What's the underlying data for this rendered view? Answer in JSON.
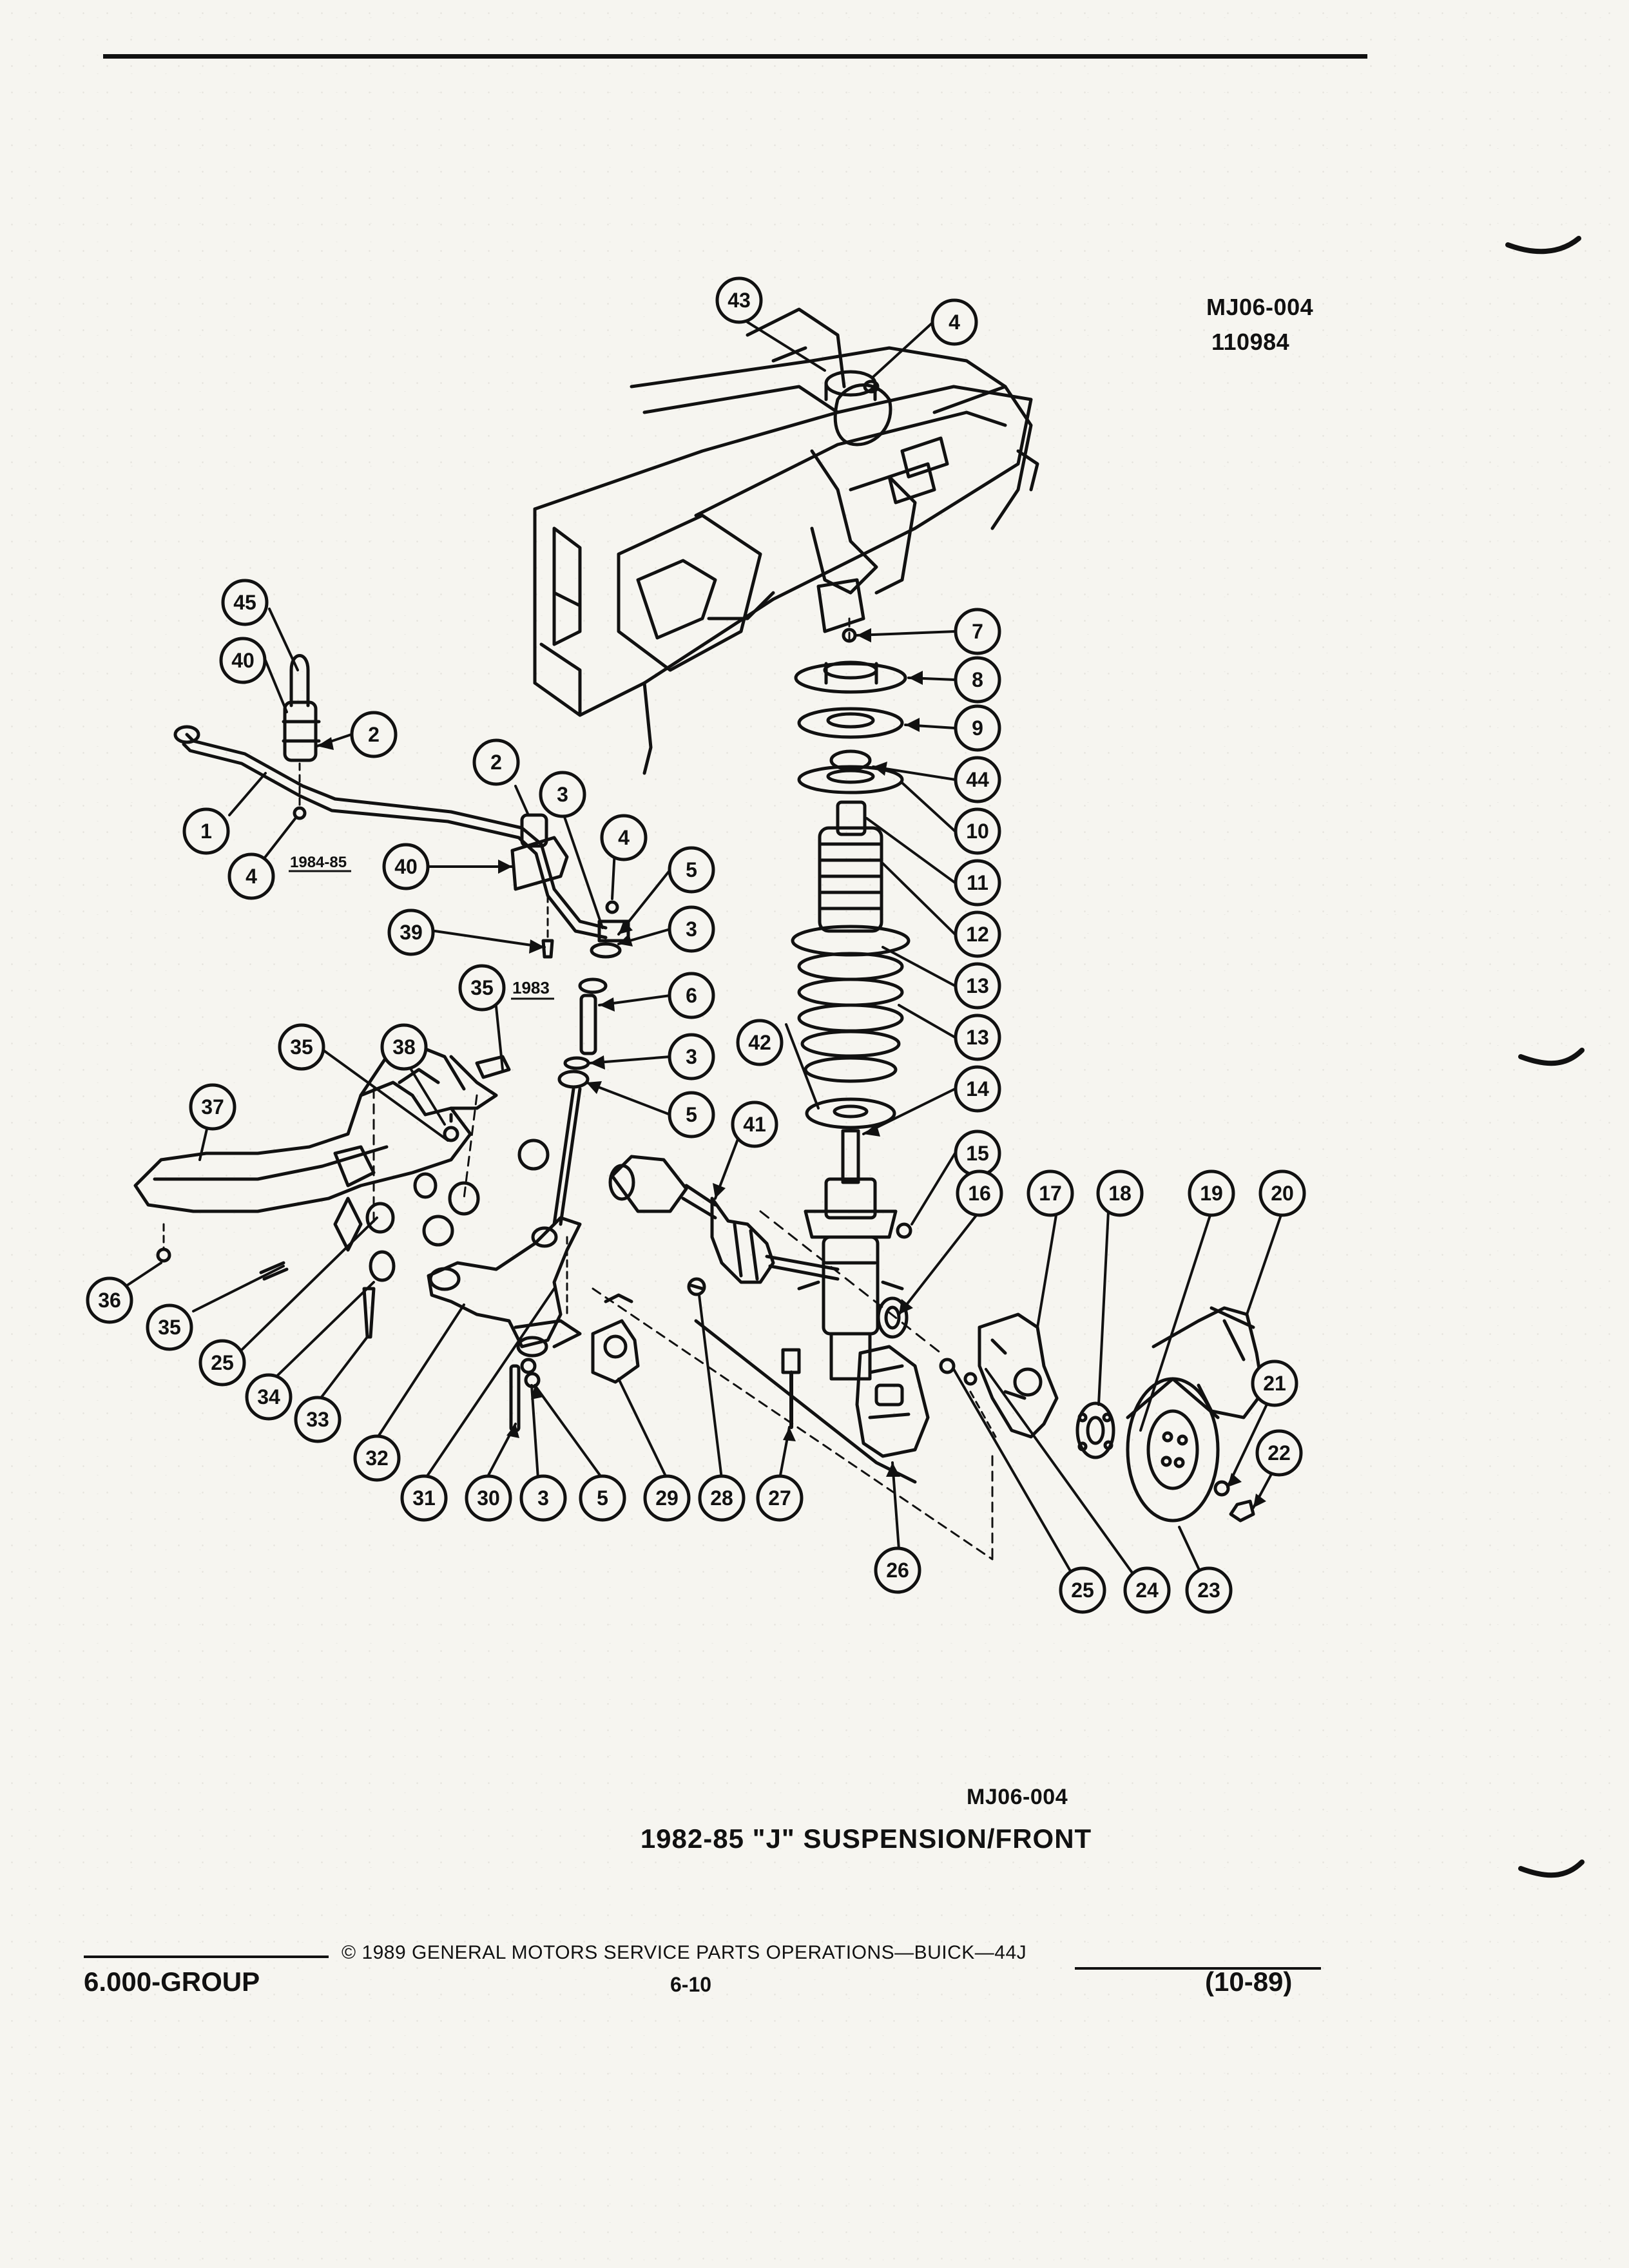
{
  "header": {
    "ref_code": "MJ06-004",
    "ref_date": "110984"
  },
  "diagram": {
    "figure_code": "MJ06-004",
    "caption": "1982-85 \"J\" SUSPENSION/FRONT",
    "year_labels": [
      "1984-85",
      "1983"
    ],
    "callouts": [
      "1",
      "2",
      "3",
      "4",
      "5",
      "6",
      "7",
      "8",
      "9",
      "10",
      "11",
      "12",
      "13",
      "14",
      "15",
      "16",
      "17",
      "18",
      "19",
      "20",
      "21",
      "22",
      "23",
      "24",
      "25",
      "26",
      "27",
      "28",
      "29",
      "30",
      "31",
      "32",
      "33",
      "34",
      "35",
      "36",
      "37",
      "38",
      "39",
      "40",
      "41",
      "42",
      "43",
      "44",
      "45"
    ]
  },
  "footer": {
    "copyright": "© 1989 GENERAL MOTORS SERVICE PARTS OPERATIONS—BUICK—44J",
    "group": "6.000-GROUP",
    "page": "6-10",
    "revision": "(10-89)"
  },
  "colors": {
    "ink": "#111111",
    "paper": "#f6f5f0"
  }
}
